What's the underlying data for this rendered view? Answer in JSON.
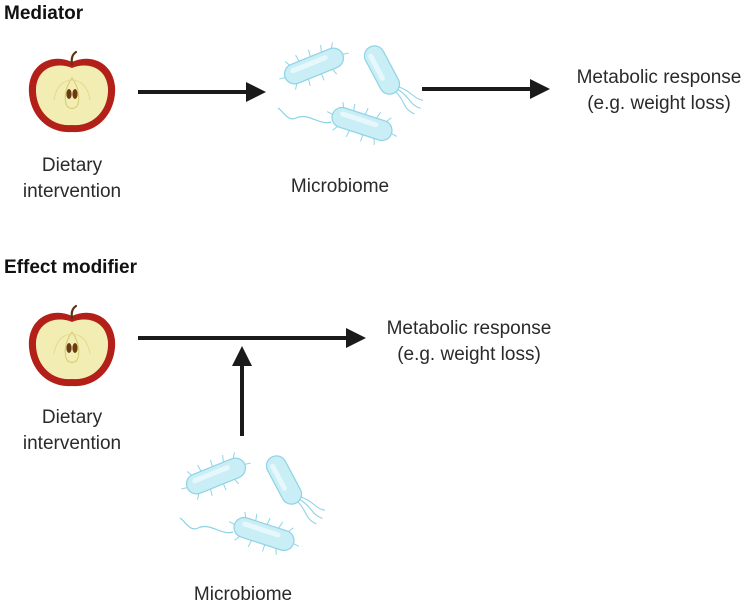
{
  "panels": {
    "mediator": {
      "title": "Mediator",
      "diet_label": [
        "Dietary",
        "intervention"
      ],
      "microbiome_label": "Microbiome",
      "response_label": [
        "Metabolic response",
        "(e.g. weight loss)"
      ]
    },
    "effect_modifier": {
      "title": "Effect modifier",
      "diet_label": [
        "Dietary",
        "intervention"
      ],
      "microbiome_label": "Microbiome",
      "response_label": [
        "Metabolic response",
        "(e.g. weight loss)"
      ]
    }
  },
  "colors": {
    "arrow": "#1a1a1a",
    "apple_skin": "#b3201a",
    "apple_flesh": "#f2eeb3",
    "bacteria_fill": "#c9eef5",
    "bacteria_stroke": "#8fd3e6"
  },
  "icons": [
    "apple-half-icon",
    "bacteria-cluster-icon",
    "arrow-icon"
  ]
}
